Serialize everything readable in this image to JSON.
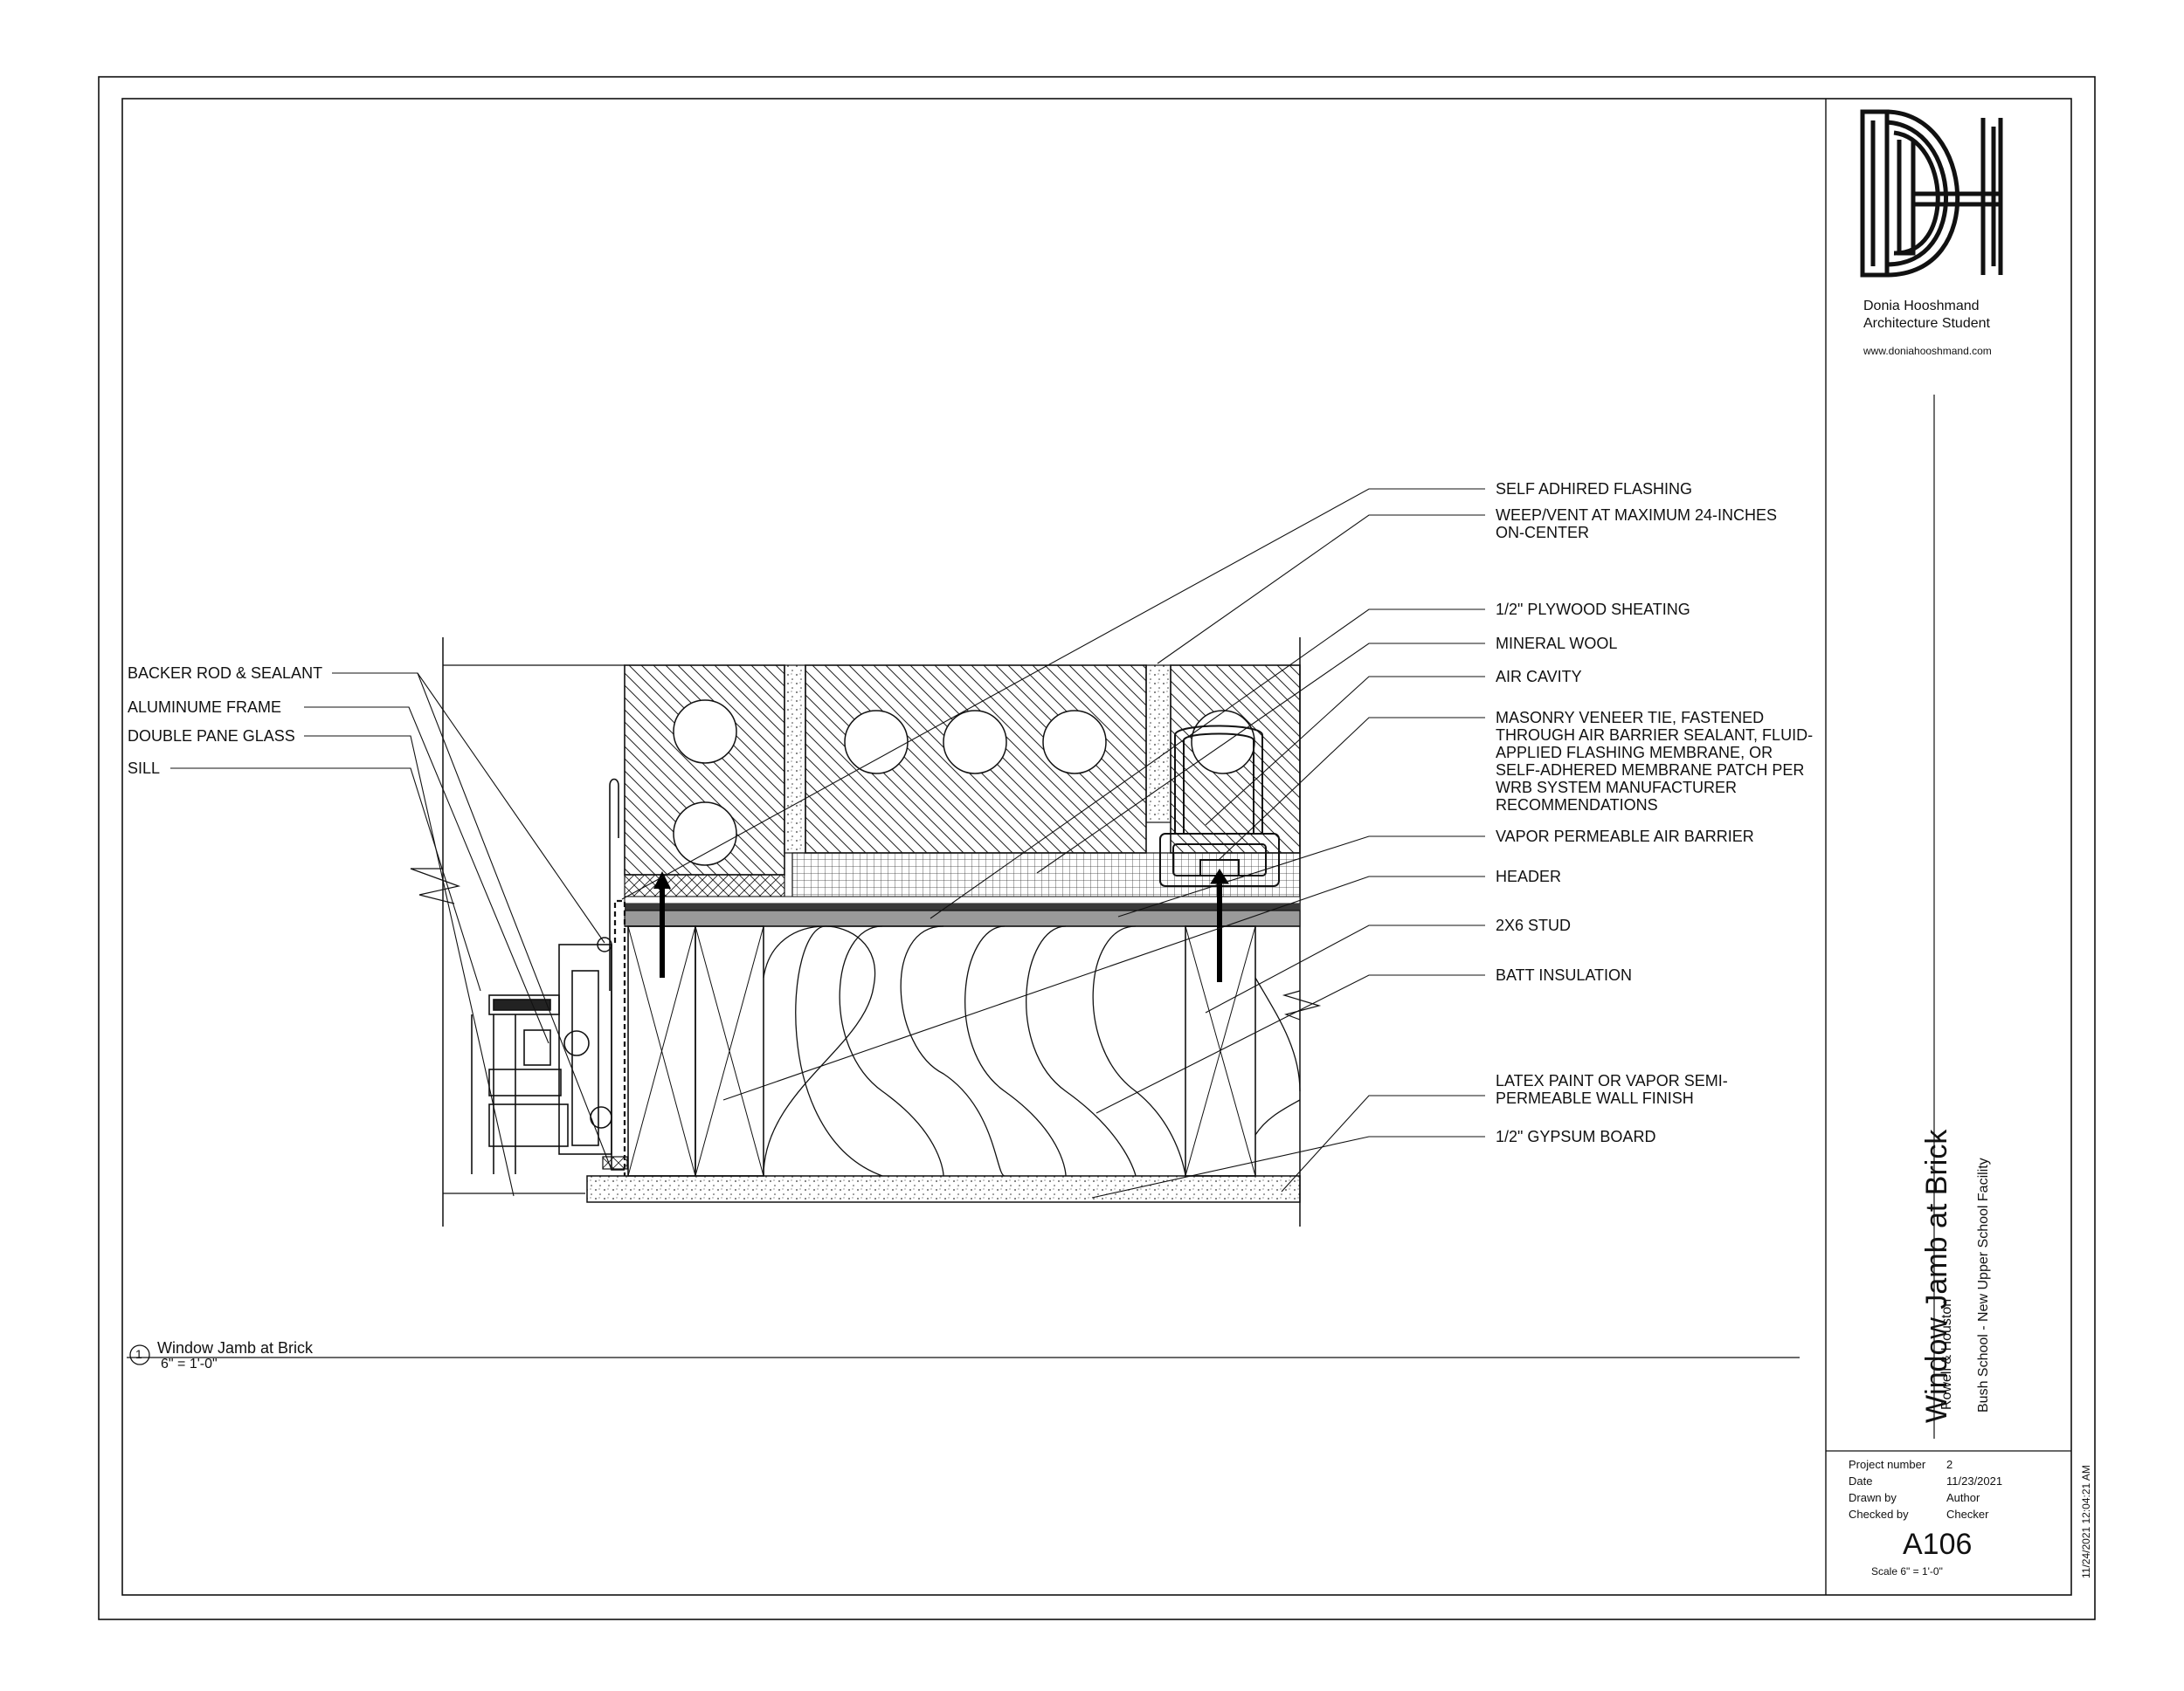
{
  "office": {
    "name": "Donia Hooshmand",
    "role": "Architecture Student",
    "website": "www.doniahooshmand.com"
  },
  "sheet": {
    "title": "Window Jamb at Brick",
    "client": "Rowell & Houston",
    "project": "Bush School - New Upper School Facility",
    "number": "A106",
    "scale": "Scale  6\" = 1'-0\"",
    "timestamp": "11/24/2021 12:04:21 AM",
    "fields": [
      {
        "label": "Project number",
        "value": "2"
      },
      {
        "label": "Date",
        "value": "11/23/2021"
      },
      {
        "label": "Drawn by",
        "value": "Author"
      },
      {
        "label": "Checked by",
        "value": "Checker"
      }
    ]
  },
  "view": {
    "number": "1",
    "title": "Window Jamb at Brick",
    "scale": "6\" = 1'-0\""
  },
  "labels_left": [
    "BACKER ROD & SEALANT",
    "ALUMINUME FRAME",
    "DOUBLE PANE GLASS",
    "SILL"
  ],
  "labels_right": [
    [
      "SELF ADHIRED FLASHING"
    ],
    [
      "WEEP/VENT AT MAXIMUM 24-INCHES",
      "ON-CENTER"
    ],
    [
      "1/2\" PLYWOOD SHEATING"
    ],
    [
      "MINERAL WOOL"
    ],
    [
      "AIR CAVITY"
    ],
    [
      "MASONRY VENEER TIE, FASTENED",
      "THROUGH AIR BARRIER SEALANT, FLUID-",
      "APPLIED FLASHING MEMBRANE, OR",
      "SELF-ADHERED MEMBRANE PATCH PER",
      "WRB SYSTEM MANUFACTURER",
      "RECOMMENDATIONS"
    ],
    [
      "VAPOR PERMEABLE AIR BARRIER"
    ],
    [
      "HEADER"
    ],
    [
      "2X6 STUD"
    ],
    [
      "BATT INSULATION"
    ],
    [
      "LATEX PAINT OR VAPOR SEMI-",
      "PERMEABLE WALL FINISH"
    ],
    [
      "1/2\" GYPSUM BOARD"
    ]
  ],
  "colors": {
    "line": "#111111",
    "membrane": "#4a4a4a"
  }
}
